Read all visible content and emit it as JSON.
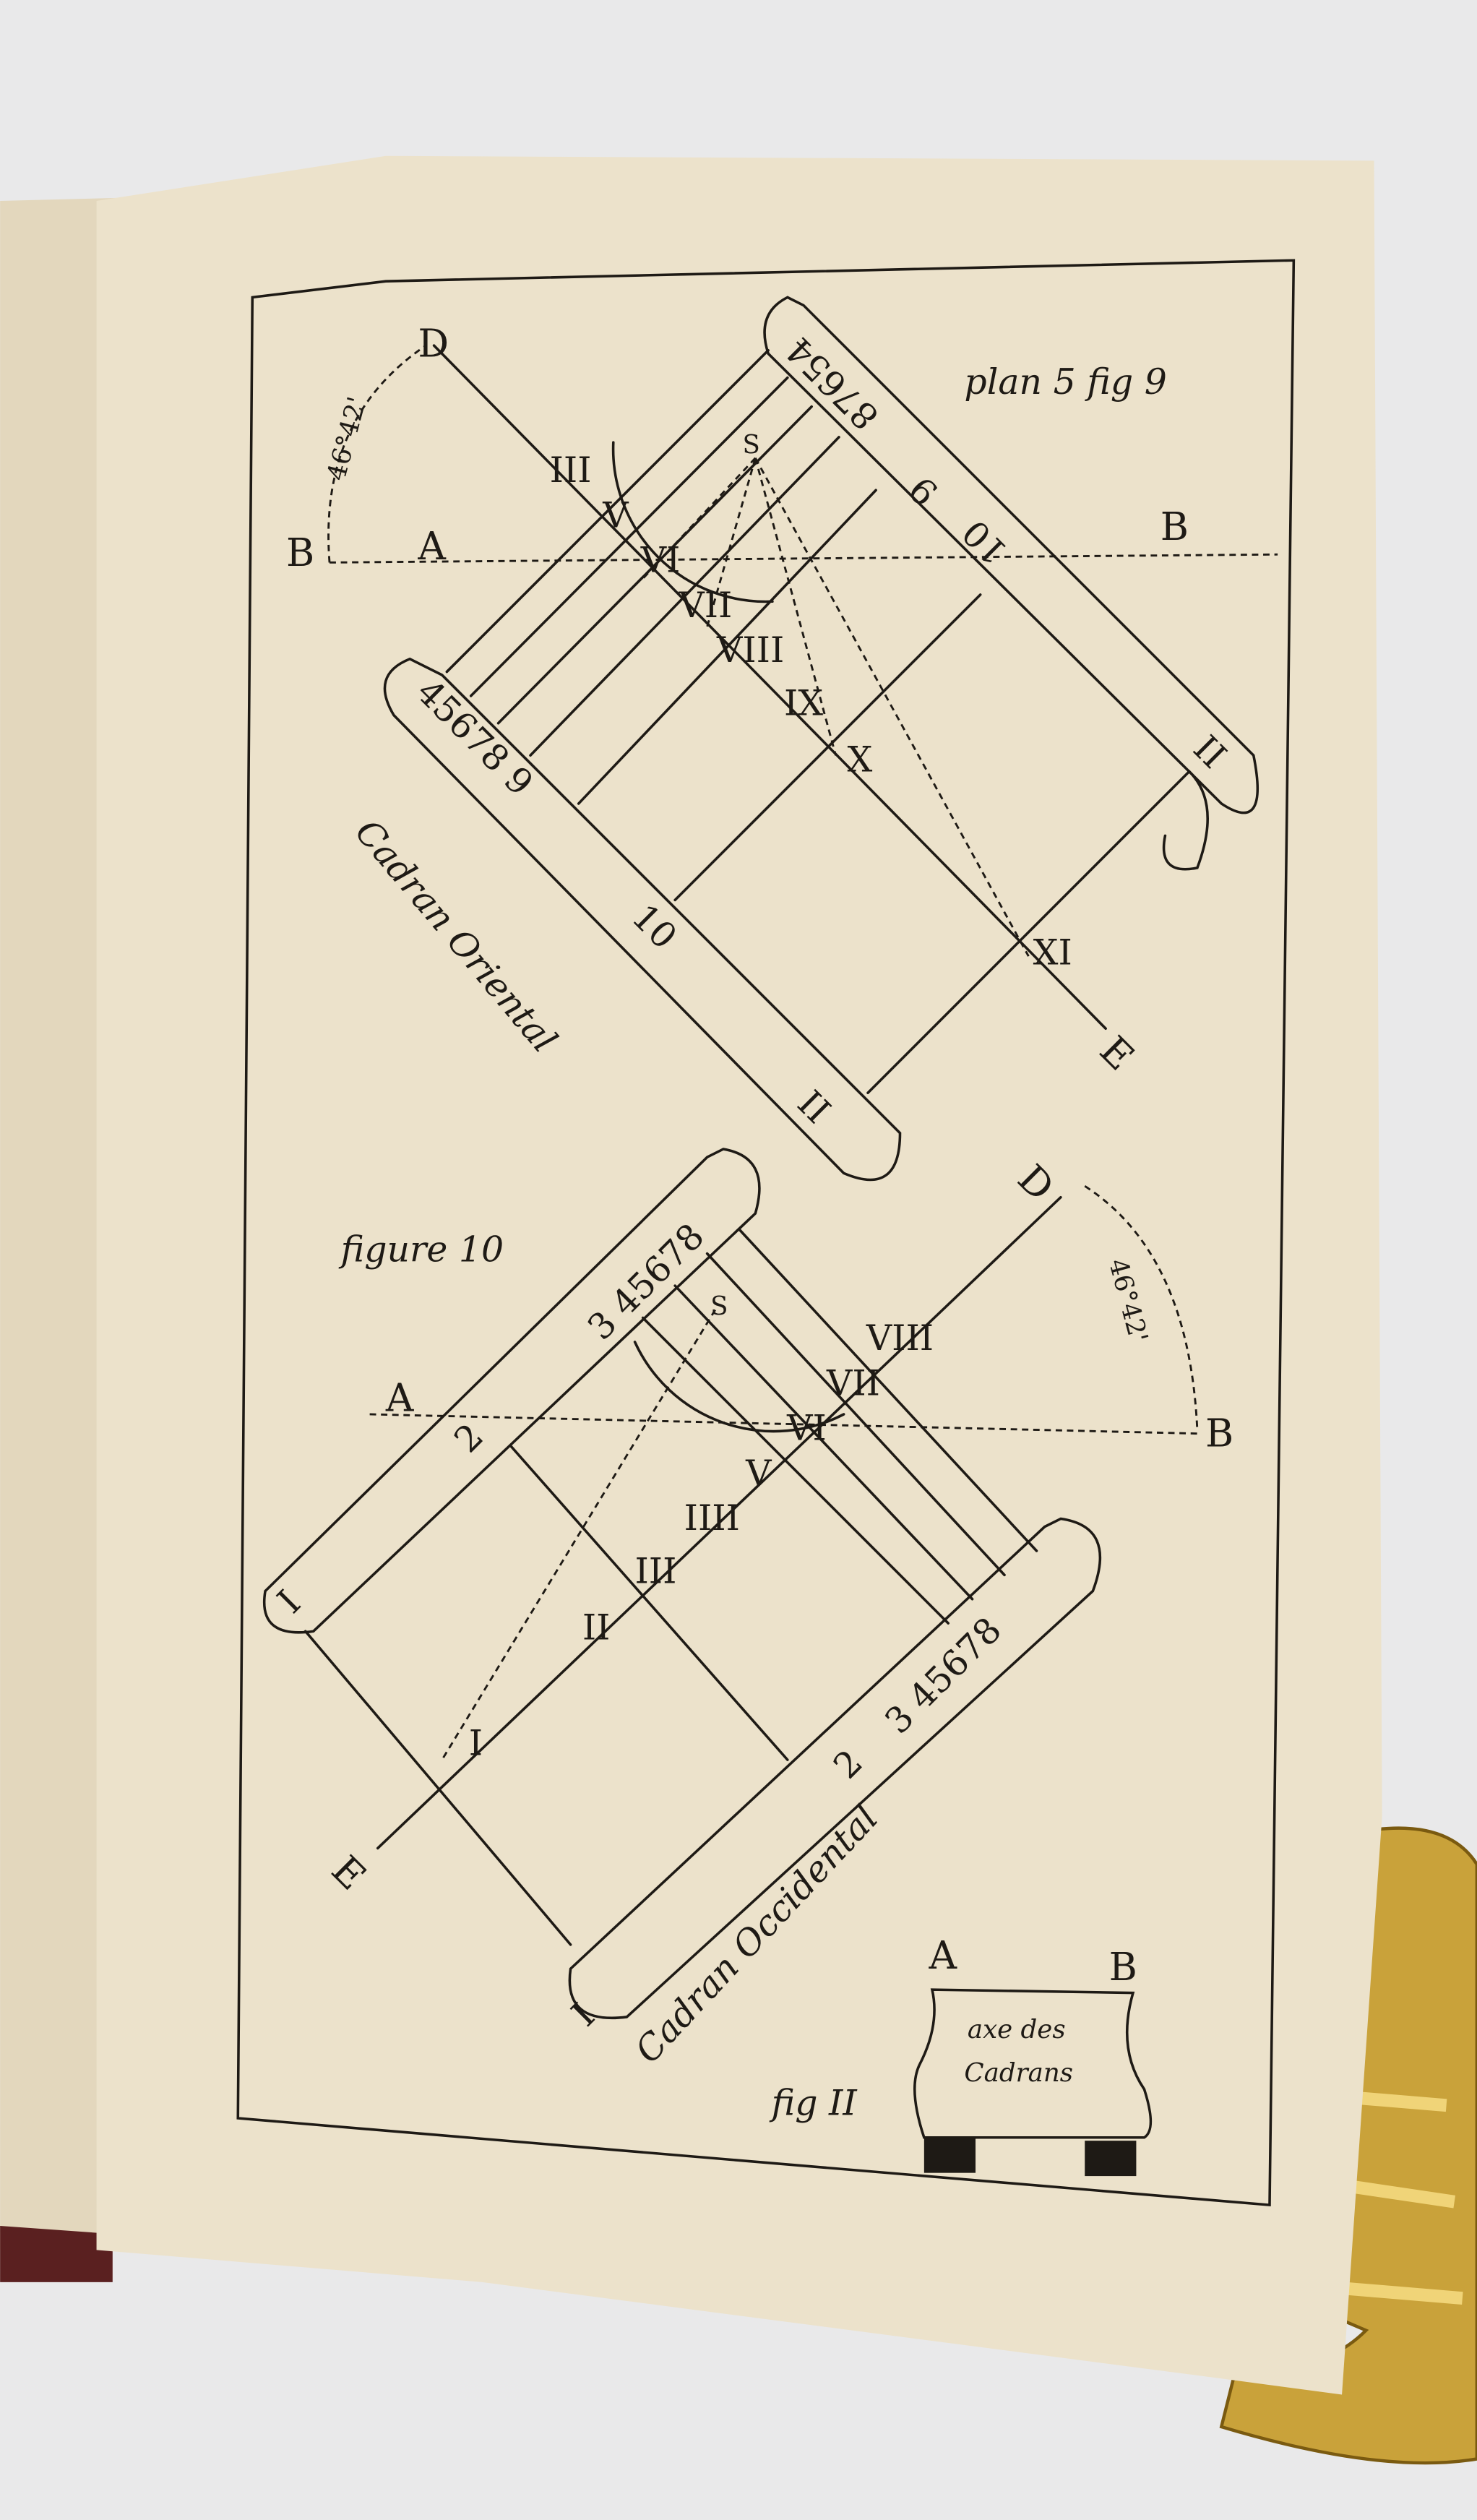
{
  "colors": {
    "background": "#e9e9ea",
    "paper": "#ece2cb",
    "ink": "#1e1a15",
    "brass": "#c9a23a"
  },
  "figure9": {
    "caption": "plan 5 fig 9",
    "points": {
      "D": "D",
      "A": "A",
      "B_left": "B",
      "B_right": "B",
      "E": "E",
      "S": "S"
    },
    "angle": "46°42'",
    "top_scroll_numbers": "87654",
    "top_scroll_9": "9",
    "top_scroll_10": "10",
    "top_scroll_11": "II",
    "bottom_scroll_numbers": "45678 9",
    "bottom_scroll_10": "10",
    "bottom_scroll_11": "II",
    "hours": [
      "III",
      "V",
      "VI",
      "VII",
      "VIII",
      "IX",
      "X",
      "XI"
    ],
    "title": "Cadran Oriental"
  },
  "figure10": {
    "caption": "figure 10",
    "points": {
      "D": "D",
      "A": "A",
      "B": "B",
      "E": "E",
      "S": "S"
    },
    "angle": "46°42'",
    "upper_scroll_numbers": "3 45678",
    "upper_scroll_2": "2",
    "upper_scroll_1": "I",
    "lower_scroll_numbers": "3 45678",
    "lower_scroll_2": "2",
    "lower_scroll_1": "I",
    "hours": [
      "I",
      "II",
      "III",
      "IIII",
      "V",
      "VI",
      "VII",
      "VIII"
    ],
    "title": "Cadran Occidental"
  },
  "figure11": {
    "caption": "fig II",
    "point_a": "A",
    "point_b": "B",
    "line1": "axe des",
    "line2": "Cadrans"
  }
}
